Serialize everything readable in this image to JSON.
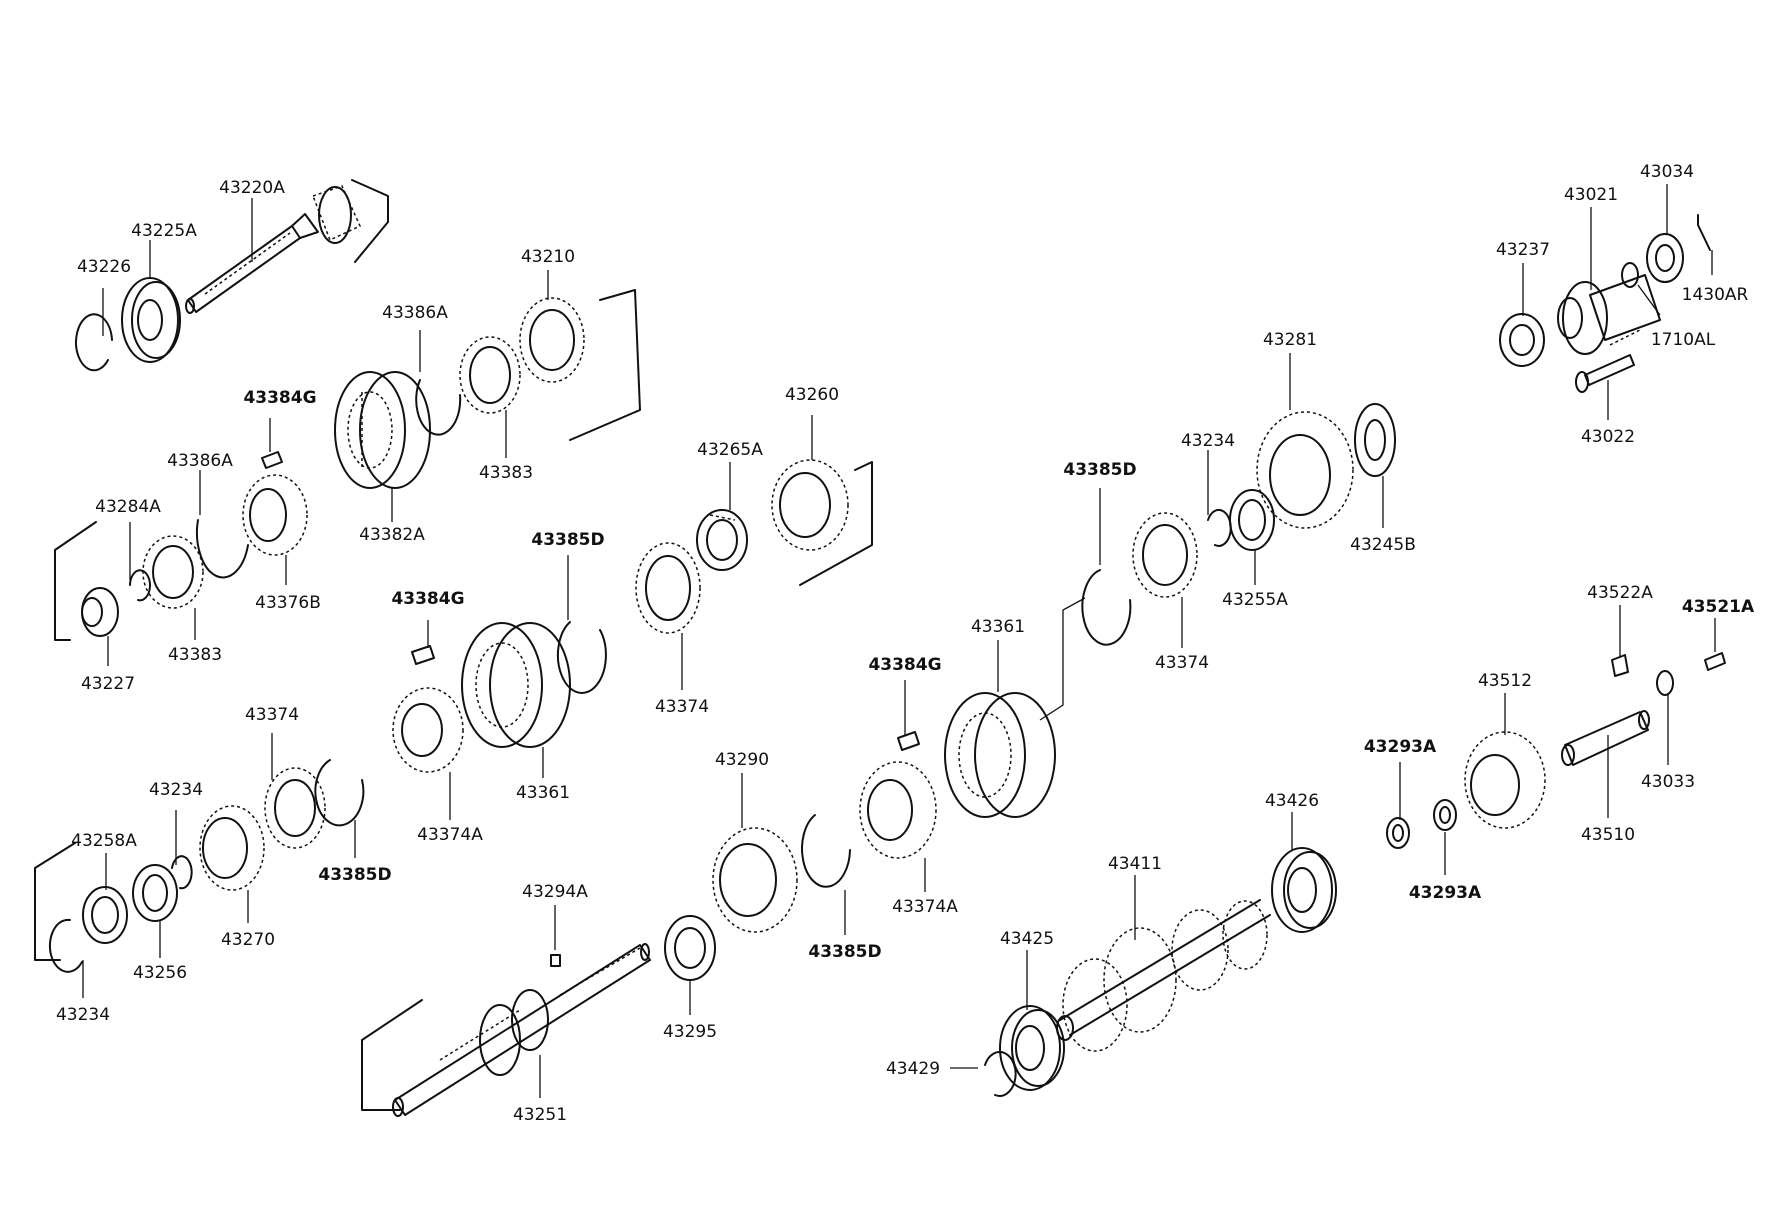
{
  "parts": {
    "p43220A": "43220A",
    "p43225A": "43225A",
    "p43226": "43226",
    "p43210": "43210",
    "p43386A_1": "43386A",
    "p43383_1": "43383",
    "p43382A": "43382A",
    "p43384G_1": "43384G",
    "p43386A_2": "43386A",
    "p43284A": "43284A",
    "p43376B": "43376B",
    "p43383_2": "43383",
    "p43227": "43227",
    "p43265A": "43265A",
    "p43260": "43260",
    "p43385D_1": "43385D",
    "p43384G_2": "43384G",
    "p43374_1": "43374",
    "p43361_1": "43361",
    "p43374A_1": "43374A",
    "p43374_2": "43374",
    "p43234_1": "43234",
    "p43258A": "43258A",
    "p43270": "43270",
    "p43385D_2": "43385D",
    "p43256": "43256",
    "p43234_2": "43234",
    "p43294A": "43294A",
    "p43290": "43290",
    "p43295": "43295",
    "p43251": "43251",
    "p43385D_3": "43385D",
    "p43384G_3": "43384G",
    "p43374A_2": "43374A",
    "p43361_2": "43361",
    "p43385D_4": "43385D",
    "p43234_3": "43234",
    "p43374_3": "43374",
    "p43255A": "43255A",
    "p43281": "43281",
    "p43245B": "43245B",
    "p43411": "43411",
    "p43426": "43426",
    "p43425": "43425",
    "p43429": "43429",
    "p43034": "43034",
    "p43021": "43021",
    "p43237": "43237",
    "p1430AR": "1430AR",
    "p1710AL": "1710AL",
    "p43022": "43022",
    "p43522A": "43522A",
    "p43521A": "43521A",
    "p43512": "43512",
    "p43293A_1": "43293A",
    "p43293A_2": "43293A",
    "p43510": "43510",
    "p43033": "43033"
  }
}
